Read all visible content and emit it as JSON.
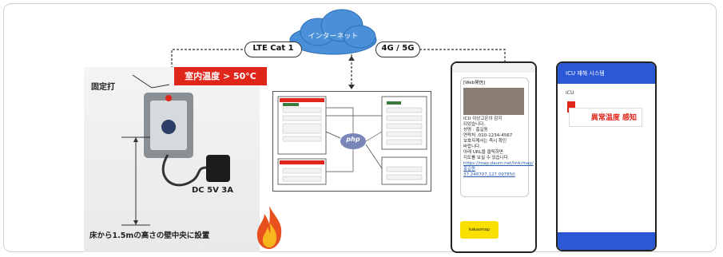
{
  "network": {
    "cloud_label": "インターネット",
    "lte_label": "LTE Cat 1",
    "mobile_label": "4G / 5G"
  },
  "device": {
    "warning_banner": "室内温度 > 50°C",
    "mount_label": "固定打",
    "power_label": "DC 5V 3A",
    "height_note": "床から1.5mの高さの壁中央に設置"
  },
  "server_flow": {
    "center_logo": "php"
  },
  "sms_phone": {
    "header": "[Web発信]",
    "lines": [
      "ICU 이상고온이 감지",
      "되었습니다.",
      "성명 : 홍길동",
      "연락처 :010-1234-4567",
      "보호자께서는 즉시 확인",
      "바랍니다.",
      "아래 URL을 클릭하면",
      "지도를 보실 수 있습니다."
    ],
    "link": "https://map.daum.net/link/map/홍길동",
    "coords": "37.248707,127.097850",
    "kakao_label": "kakaomap"
  },
  "app_phone": {
    "app_title": "ICU 재해 시스템",
    "section": "ICU",
    "alert_text": "異常温度 感知"
  },
  "colors": {
    "alert_red": "#e0251b",
    "app_blue": "#2b59d6",
    "cloud_blue": "#4a90d9"
  }
}
